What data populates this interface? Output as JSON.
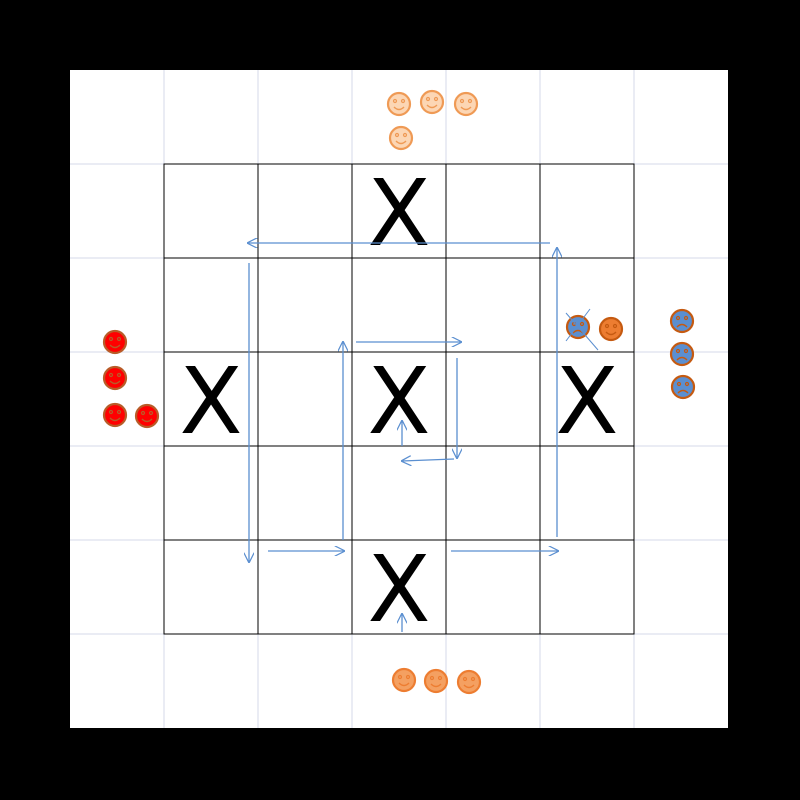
{
  "board": {
    "rows": 5,
    "cols": 5,
    "outer_grid": 7,
    "background": "#ffffff",
    "frame_color": "#000000",
    "light_grid_color": "#d4dae8",
    "board_line_color": "#000000",
    "x_cells": [
      {
        "row": 0,
        "col": 2,
        "label": "X"
      },
      {
        "row": 2,
        "col": 0,
        "label": "X"
      },
      {
        "row": 2,
        "col": 2,
        "label": "X"
      },
      {
        "row": 2,
        "col": 4,
        "label": "X"
      },
      {
        "row": 4,
        "col": 2,
        "label": "X"
      }
    ]
  },
  "pieces": {
    "face_icon": "smiley-icon",
    "groups": [
      {
        "name": "top",
        "color": "#ef9a55",
        "fill_light": "#fcd6b4",
        "count": 4,
        "mood": "happy"
      },
      {
        "name": "bottom",
        "color": "#ed7d31",
        "fill_light": "#f4a061",
        "count": 3,
        "mood": "happy"
      },
      {
        "name": "left",
        "color": "#ff0000",
        "stroke": "#b85c28",
        "count": 4,
        "mood": "happy"
      },
      {
        "name": "right",
        "color": "#5b8fd0",
        "stroke": "#c55a11",
        "count": 3,
        "mood": "sad"
      },
      {
        "name": "right-inner",
        "colors": [
          "#5b8fd0",
          "#ed7d31"
        ],
        "count": 2,
        "crossed_out": 1
      }
    ]
  },
  "path": {
    "color": "#5b8fd0",
    "arrow_icon": "arrow-head-icon"
  }
}
